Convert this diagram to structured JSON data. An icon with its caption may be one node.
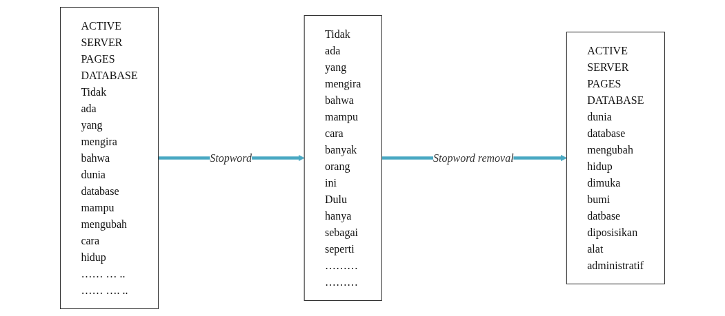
{
  "diagram": {
    "nodes": [
      {
        "text": [
          "ACTIVE",
          "SERVER",
          "PAGES",
          "DATABASE",
          "Tidak",
          "ada",
          "yang",
          "mengira",
          "bahwa",
          "dunia",
          "database",
          "mampu",
          "mengubah",
          "cara",
          "hidup",
          "…… … ..",
          "…… …. .."
        ]
      },
      {
        "text": [
          "Tidak",
          "ada",
          "yang",
          "mengira",
          "bahwa",
          "mampu",
          "cara",
          "banyak",
          "orang",
          "ini",
          "Dulu",
          "hanya",
          "sebagai",
          "seperti",
          "………",
          "………"
        ]
      },
      {
        "text": [
          "ACTIVE",
          "SERVER",
          "PAGES",
          "DATABASE",
          "dunia",
          "database",
          "mengubah",
          "hidup",
          "dimuka",
          "bumi",
          "datbase",
          "diposisikan",
          "alat",
          "administratif"
        ]
      }
    ],
    "edges": [
      {
        "from": 0,
        "to": 1,
        "arrow": "to",
        "label": "Stopword"
      },
      {
        "from": 1,
        "to": 2,
        "arrow": "to",
        "label": "Stopword removal"
      }
    ]
  }
}
